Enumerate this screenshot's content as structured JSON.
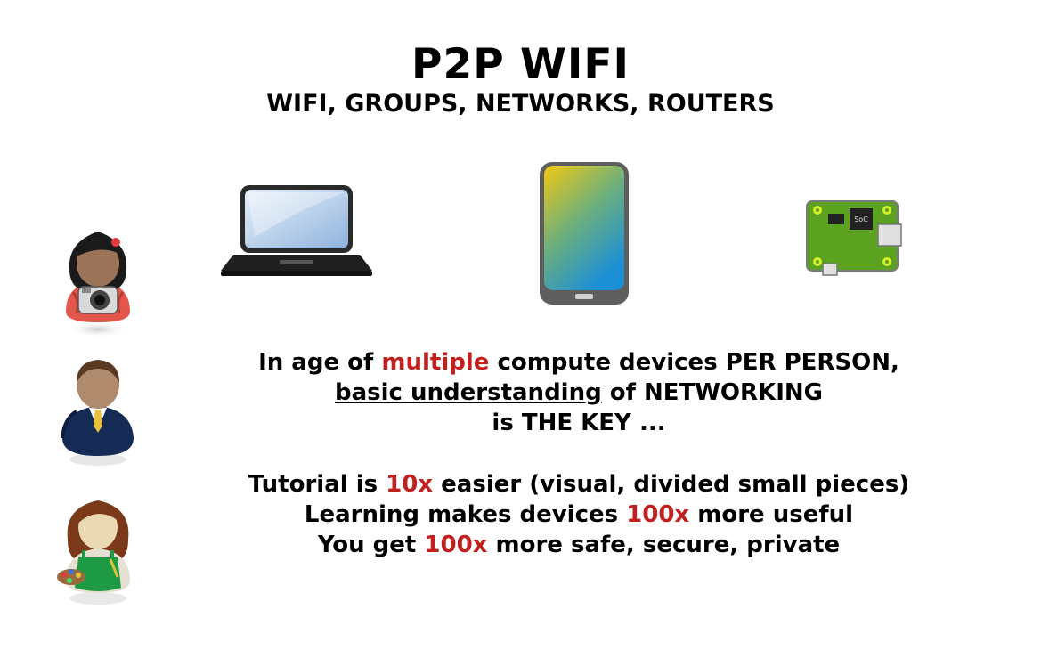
{
  "header": {
    "title": "P2P WIFI",
    "subtitle": "WIFI, GROUPS, NETWORKS, ROUTERS"
  },
  "devices": {
    "board_chip_label": "SoC"
  },
  "message": {
    "line1": {
      "pre": "In age of ",
      "highlight": "multiple",
      "post": " compute devices PER PERSON,"
    },
    "line2": {
      "underlined": "basic understanding",
      "post": " of NETWORKING"
    },
    "line3": "is THE KEY ..."
  },
  "benefits": {
    "line1": {
      "pre": "Tutorial is ",
      "highlight": "10x",
      "post": " easier (visual, divided small pieces)"
    },
    "line2": {
      "pre": "Learning makes devices ",
      "highlight": "100x",
      "post": " more useful"
    },
    "line3": {
      "pre": "You get ",
      "highlight": "100x",
      "post": " more safe, secure, private"
    }
  },
  "colors": {
    "highlight": "#c0211f",
    "phone_gradient_top": "#f2c811",
    "phone_gradient_bottom": "#1b8fd6",
    "board_green": "#5aa21f",
    "screen_blue": "#b9d3ee"
  },
  "icons": [
    "photographer-person-icon",
    "businessman-person-icon",
    "painter-person-icon",
    "laptop-icon",
    "smartphone-icon",
    "single-board-computer-icon"
  ]
}
